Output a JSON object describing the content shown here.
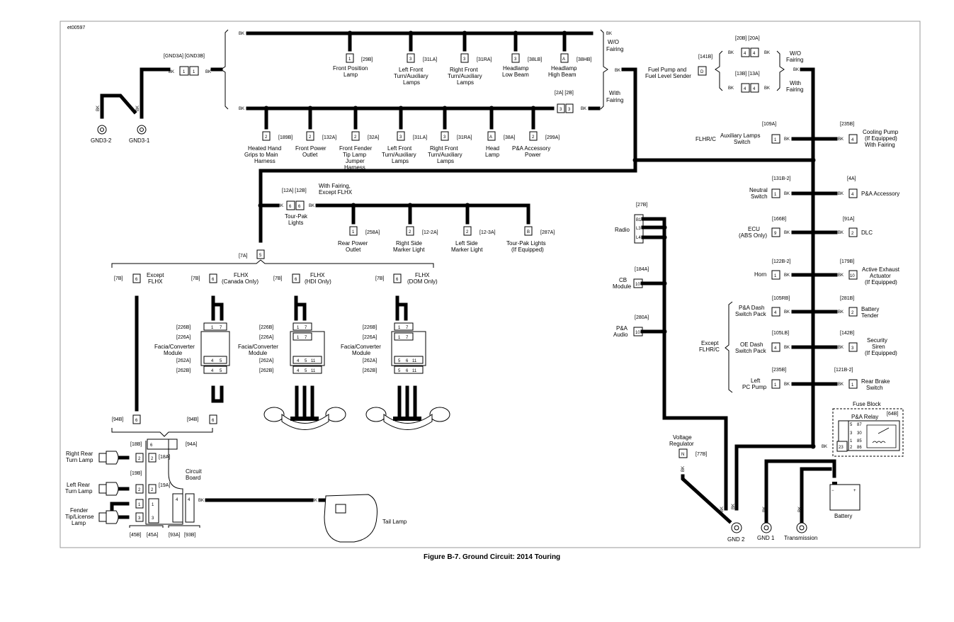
{
  "figure_id": "et00597",
  "caption": "Figure B-7. Ground Circuit: 2014 Touring",
  "wire_color": "BK",
  "texts": {
    "gnd3a_gnd3b": "[GND3A] [GND3B]",
    "gnd3_2": "GND3-2",
    "gnd3_1": "GND3-1",
    "wo_fairing_1": "W/O",
    "wo_fairing_2": "Fairing",
    "with_fairing_1": "With",
    "with_fairing_2": "Fairing",
    "c29b": "[29B]",
    "front_position_lamp_1": "Front Position",
    "front_position_lamp_2": "Lamp",
    "c31la": "[31LA]",
    "left_front_turn_1": "Left Front",
    "left_front_turn_2": "Turn/Auxiliary",
    "left_front_turn_3": "Lamps",
    "c31ra": "[31RA]",
    "right_front_turn_1": "Right Front",
    "right_front_turn_2": "Turn/Auxiliary",
    "right_front_turn_3": "Lamps",
    "c38lb": "[38LB]",
    "headlamp_low_1": "Headlamp",
    "headlamp_low_2": "Low Beam",
    "c38hb": "[38HB]",
    "headlamp_high_1": "Headlamp",
    "headlamp_high_2": "High Beam",
    "c2a2b": "[2A] [2B]",
    "c189b": "[189B]",
    "heated_grips_1": "Heated Hand",
    "heated_grips_2": "Grips to Main",
    "heated_grips_3": "Harness",
    "c132a": "[132A]",
    "front_power_1": "Front Power",
    "front_power_2": "Outlet",
    "c32a": "[32A]",
    "fender_tip_1": "Front Fender",
    "fender_tip_2": "Tip Lamp",
    "fender_tip_3": "Jumper",
    "fender_tip_4": "Harness",
    "c31la_b": "[31LA]",
    "c31ra_b": "[31RA]",
    "c38a": "[38A]",
    "head_lamp_1": "Head",
    "head_lamp_2": "Lamp",
    "c299a": "[299A]",
    "pa_accessory_power_1": "P&A Accessory",
    "pa_accessory_power_2": "Power",
    "c12a12b": "[12A] [12B]",
    "with_fairing_except_1": "With Fairing,",
    "with_fairing_except_2": "Except FLHX",
    "tourpak_lights_1": "Tour-Pak",
    "tourpak_lights_2": "Lights",
    "c258a": "[258A]",
    "rear_power_1": "Rear Power",
    "rear_power_2": "Outlet",
    "c12_2a": "[12-2A]",
    "right_side_marker_1": "Right Side",
    "right_side_marker_2": "Marker Light",
    "c12_3a": "[12-3A]",
    "left_side_marker_1": "Left Side",
    "left_side_marker_2": "Marker Light",
    "c287a": "[287A]",
    "tourpak_lights_if_1": "Tour-Pak Lights",
    "tourpak_lights_if_2": "(If Equipped)",
    "c7a": "[7A]",
    "c7b": "[7B]",
    "except_flhx_1": "Except",
    "except_flhx_2": "FLHX",
    "flhx": "FLHX",
    "canada_only": "(Canada Only)",
    "hdi_only": "(HDI Only)",
    "dom_only": "(DOM Only)",
    "c226b": "[226B]",
    "c226a": "[226A]",
    "c262a": "[262A]",
    "c262b": "[262B]",
    "facia_1": "Facia/Converter",
    "facia_2": "Module",
    "c94b": "[94B]",
    "c18b": "[18B]",
    "c94a": "[94A]",
    "c18a": "[18A]",
    "c19b": "[19B]",
    "c19a": "[19A]",
    "right_rear_turn_1": "Right Rear",
    "right_rear_turn_2": "Turn Lamp",
    "left_rear_turn_1": "Left Rear",
    "left_rear_turn_2": "Turn Lamp",
    "fender_tip_license_1": "Fender",
    "fender_tip_license_2": "Tip/License",
    "fender_tip_license_3": "Lamp",
    "circuit_board_1": "Circuit",
    "circuit_board_2": "Board",
    "c45b": "[45B]",
    "c45a": "[45A]",
    "c93a": "[93A]",
    "c93b": "[93B]",
    "tail_lamp": "Tail Lamp",
    "fuel_pump_1": "Fuel Pump and",
    "fuel_pump_2": "Fuel Level Sender",
    "c141b": "[141B]",
    "c20b20a": "[20B] [20A]",
    "c13b13a": "[13B] [13A]",
    "c109a": "[109A]",
    "flhrc": "FLHR/C",
    "aux_lamps_switch_1": "Auxiliary Lamps",
    "aux_lamps_switch_2": "Switch",
    "c235b": "[235B]",
    "cooling_pump_1": "Cooling Pump",
    "cooling_pump_2": "(If Equipped)",
    "cooling_pump_3": "With Fairing",
    "c131b_2": "[131B-2]",
    "neutral_switch_1": "Neutral",
    "neutral_switch_2": "Switch",
    "c4a": "[4A]",
    "pa_accessory": "P&A Accessory",
    "c166b": "[166B]",
    "ecu_1": "ECU",
    "ecu_2": "(ABS Only)",
    "c91a": "[91A]",
    "dlc": "DLC",
    "c122b_2": "[122B-2]",
    "horn": "Horn",
    "c179b": "[179B]",
    "active_exhaust_1": "Active Exhaust",
    "active_exhaust_2": "Actuator",
    "active_exhaust_3": "(If Equipped)",
    "c105rb": "[105RB]",
    "pa_dash_switch_1": "P&A Dash",
    "pa_dash_switch_2": "Switch Pack",
    "c281b": "[281B]",
    "battery_tender_1": "Battery",
    "battery_tender_2": "Tender",
    "except_flhrc_1": "Except",
    "except_flhrc_2": "FLHR/C",
    "c105lb": "[105LB]",
    "oe_dash_switch_1": "OE Dash",
    "oe_dash_switch_2": "Switch Pack",
    "c142b": "[142B]",
    "security_siren_1": "Security",
    "security_siren_2": "Siren",
    "security_siren_3": "(If Equipped)",
    "left_pc_pump_1": "Left",
    "left_pc_pump_2": "PC Pump",
    "c121b_2": "[121B-2]",
    "rear_brake_1": "Rear Brake",
    "rear_brake_2": "Switch",
    "fuse_block": "Fuse Block",
    "pa_relay": "P&A Relay",
    "c64b": "[64B]",
    "c27b": "[27B]",
    "radio": "Radio",
    "c184a": "[184A]",
    "cb_module_1": "CB",
    "cb_module_2": "Module",
    "c280a": "[280A]",
    "pa_audio_1": "P&A",
    "pa_audio_2": "Audio",
    "voltage_regulator_1": "Voltage",
    "voltage_regulator_2": "Regulator",
    "c77b": "[77B]",
    "gnd2": "GND 2",
    "gnd1": "GND 1",
    "transmission": "Transmission",
    "battery": "Battery"
  },
  "pins": {
    "one": "1",
    "two": "2",
    "three": "3",
    "four": "4",
    "five": "5",
    "six": "6",
    "seven": "7",
    "nine": "9",
    "ten": "10",
    "eleven": "11",
    "twentythree": "23",
    "a": "A",
    "b": "B",
    "d": "D",
    "n": "N",
    "b1": "B1",
    "l3": "L3",
    "l4": "L4",
    "r85": "85",
    "r86": "86",
    "r87": "87",
    "r30": "30"
  }
}
